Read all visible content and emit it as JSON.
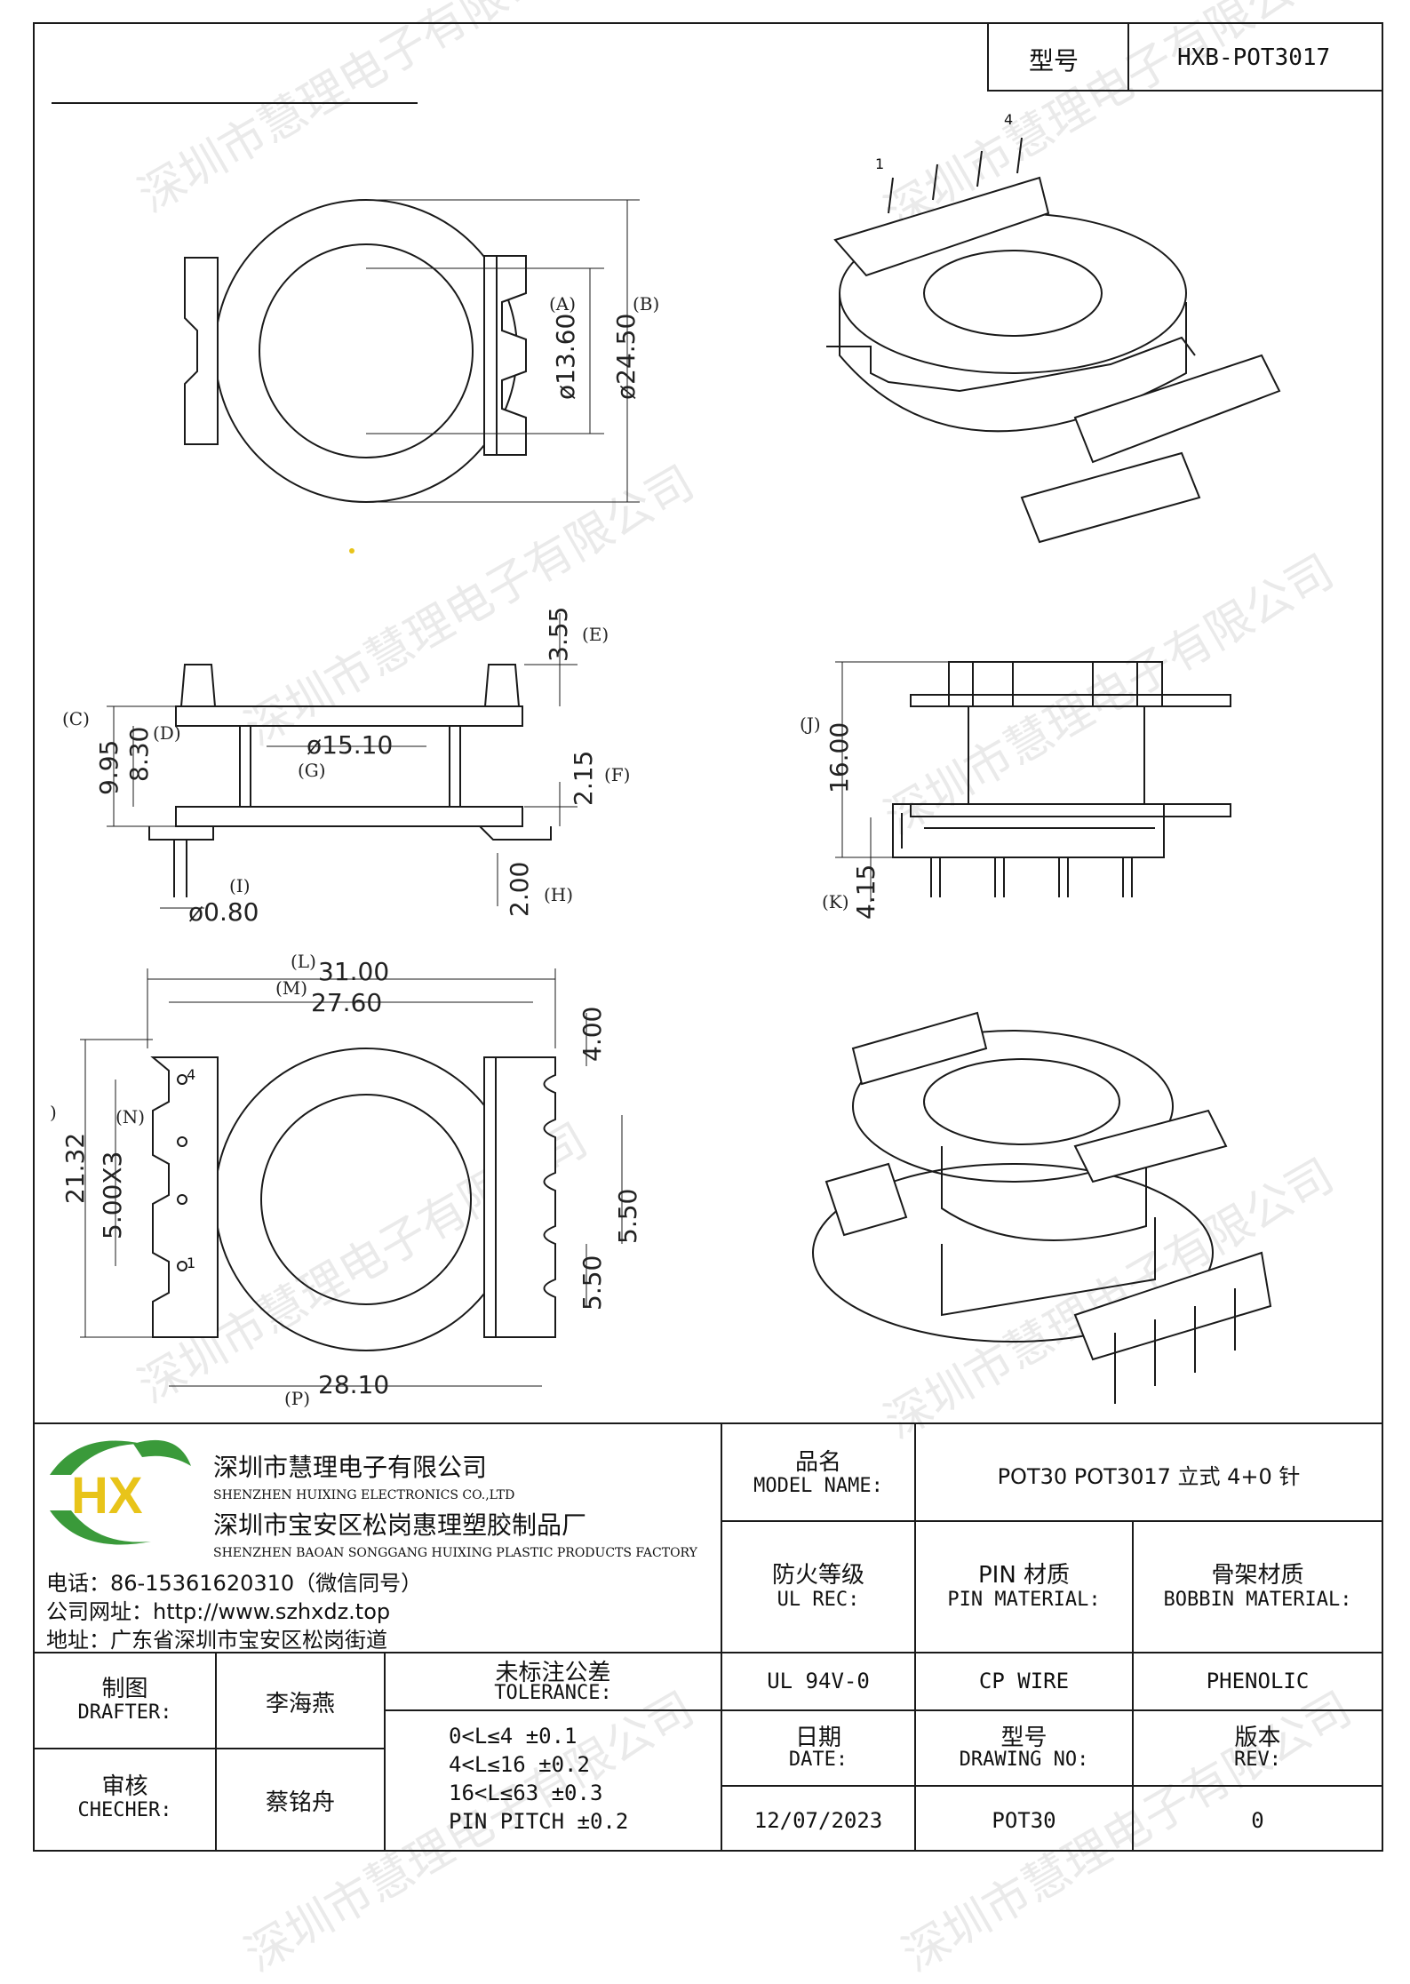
{
  "header": {
    "type_label": "型号",
    "type_value": "HXB-POT3017"
  },
  "watermark": "深圳市慧理电子有限公司",
  "dimensions": {
    "top_view": {
      "A": "(A)",
      "B": "(B)",
      "a_value": "ø13.60",
      "b_value": "ø24.50"
    },
    "side_view": {
      "C": "(C)",
      "D": "(D)",
      "E": "(E)",
      "F": "(F)",
      "G": "(G)",
      "H": "(H)",
      "I": "(I)",
      "c_value": "9.95",
      "d_value": "8.30",
      "e_value": "3.55",
      "f_value": "2.15",
      "g_value": "ø15.10",
      "h_value": "2.00",
      "i_value": "ø0.80"
    },
    "front_view": {
      "J": "(J)",
      "K": "(K)",
      "j_value": "16.00",
      "k_value": "4.15"
    },
    "bottom_view": {
      "L": "(L)",
      "M": "(M)",
      "N": "(N)",
      "O": ")",
      "P": "(P)",
      "l_value": "31.00",
      "m_value": "27.60",
      "o_value": "21.32",
      "n_value": "5.00X3",
      "p_value": "28.10",
      "r1_value": "4.00",
      "r2_value": "5.50",
      "r3_value": "5.50",
      "pin4": "4",
      "pin1": "1"
    },
    "iso_view": {
      "pin1": "1",
      "pin4": "4"
    }
  },
  "title_block": {
    "company_cn": "深圳市慧理电子有限公司",
    "company_en": "SHENZHEN HUIXING ELECTRONICS CO.,LTD",
    "factory_cn": "深圳市宝安区松岗惠理塑胶制品厂",
    "factory_en": "SHENZHEN BAOAN SONGGANG HUIXING PLASTIC PRODUCTS FACTORY",
    "phone": "电话：86-15361620310（微信同号）",
    "website": "公司网址：http://www.szhxdz.top",
    "address": "地址：广东省深圳市宝安区松岗街道",
    "logo_letters": "HX",
    "model_label_cn": "品名",
    "model_label_en": "MODEL NAME:",
    "model_value": "POT30 POT3017 立式 4+0 针",
    "fire_label_cn": "防火等级",
    "fire_label_en": "UL REC:",
    "pin_label_cn": "PIN 材质",
    "pin_label_en": "PIN MATERIAL:",
    "bobbin_label_cn": "骨架材质",
    "bobbin_label_en": "BOBBIN MATERIAL:",
    "fire_value": "UL 94V-0",
    "pin_value": "CP WIRE",
    "bobbin_value": "PHENOLIC",
    "drafter_label_cn": "制图",
    "drafter_label_en": "DRAFTER:",
    "drafter_value": "李海燕",
    "checker_label_cn": "审核",
    "checker_label_en": "CHECHER:",
    "checker_value": "蔡铭舟",
    "tolerance_label_cn": "未标注公差",
    "tolerance_label_en": "TOLERANCE:",
    "tolerances": [
      "0<L≤4   ±0.1",
      "4<L≤16  ±0.2",
      "16<L≤63  ±0.3",
      "PIN PITCH  ±0.2"
    ],
    "date_label_cn": "日期",
    "date_label_en": "DATE:",
    "drawing_label_cn": "型号",
    "drawing_label_en": "DRAWING NO:",
    "rev_label_cn": "版本",
    "rev_label_en": "REV:",
    "date_value": "12/07/2023",
    "drawing_value": "POT30",
    "rev_value": "0"
  },
  "colors": {
    "line": "#1a1a1a",
    "logo_green": "#3a9a3a",
    "logo_yellow": "#e8c41a",
    "watermark": "#bdbdbd"
  }
}
